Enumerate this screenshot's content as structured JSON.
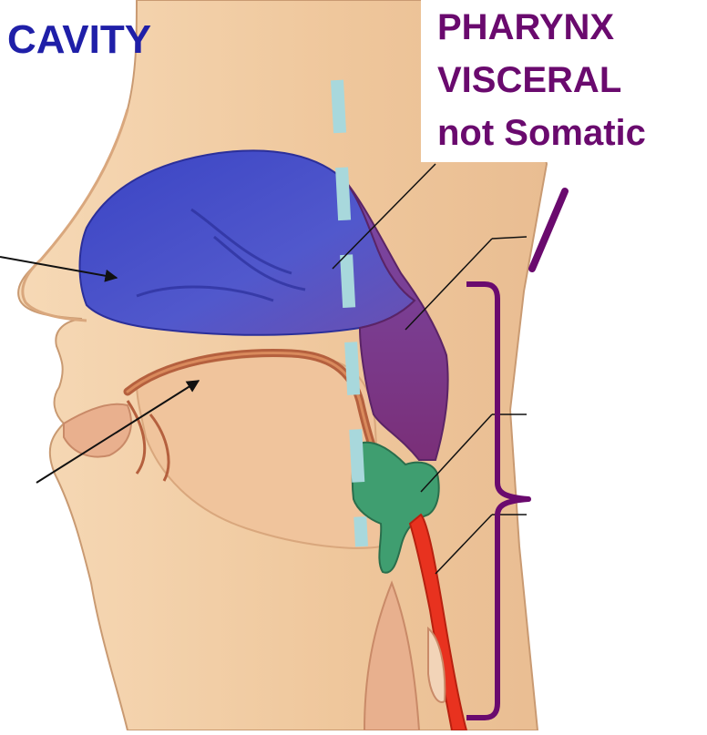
{
  "labels": {
    "cavity": "CAVITY",
    "pharynx_lines": [
      "PHARYNX",
      "VISCERAL",
      "not Somatic"
    ]
  },
  "colors": {
    "label_blue": "#1f1fa8",
    "label_purple": "#6a0a6e",
    "skin": "#f3cfa8",
    "skin_shadow": "#d9a77d",
    "nasal_cavity": "#4a4fc8",
    "nasopharynx": "#7a3a8a",
    "oropharynx": "#3a9a6a",
    "esophagus": "#e8321f",
    "dashed_line": "#a8d8dc",
    "bracket": "#6a0a6e"
  },
  "icons": [
    "pointer-arrow",
    "leader-line",
    "curly-bracket",
    "dashed-divider"
  ]
}
